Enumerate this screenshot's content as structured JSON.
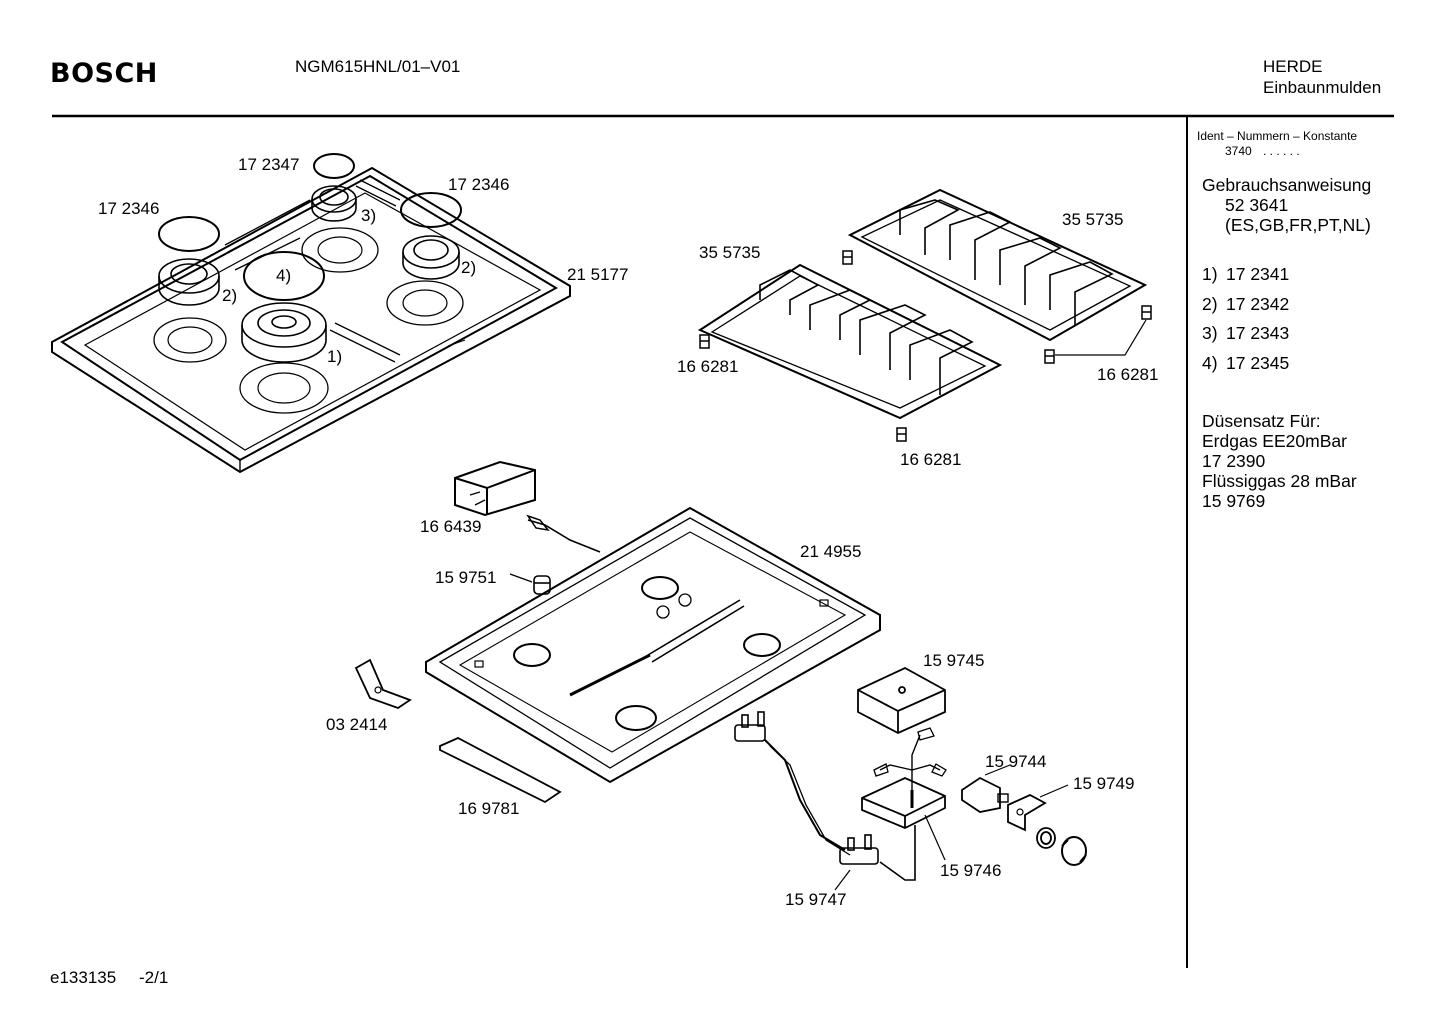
{
  "header": {
    "brand": "BOSCH",
    "model": "NGM615HNL/01–V01",
    "category": "HERDE",
    "subcategory": "Einbaunmulden"
  },
  "sidebar": {
    "ident_title": "Ident – Nummern – Konstante",
    "ident_value": "3740",
    "ident_dots": ". . . . . .",
    "manual_title": "Gebrauchsanweisung",
    "manual_number": "52 3641",
    "manual_langs": "(ES,GB,FR,PT,NL)",
    "legend": [
      {
        "key": "1)",
        "part": "17 2341"
      },
      {
        "key": "2)",
        "part": "17 2342"
      },
      {
        "key": "3)",
        "part": "17 2343"
      },
      {
        "key": "4)",
        "part": "17 2345"
      }
    ],
    "nozzle_title": "Düsensatz Für:",
    "nozzle_gas1": "Erdgas EE20mBar",
    "nozzle_part1": "17 2390",
    "nozzle_gas2": "Flüssiggas 28 mBar",
    "nozzle_part2": "15 9769"
  },
  "labels": {
    "cap_top": "17 2347",
    "cap_left": "17 2346",
    "cap_right": "17 2346",
    "ref_3": "3)",
    "ref_2_right": "2)",
    "ref_2_left": "2)",
    "ref_4": "4)",
    "ref_1": "1)",
    "hob_top": "21 5177",
    "grate_left": "35 5735",
    "grate_right": "35 5735",
    "foot_left": "16 6281",
    "foot_right": "16 6281",
    "foot_bottom": "16 6281",
    "box": "16 6439",
    "connector": "15 9751",
    "tray": "21 4955",
    "bracket": "03 2414",
    "strip": "16 9781",
    "cover": "15 9745",
    "switch": "15 9744",
    "plate": "15 9749",
    "ignition": "15 9746",
    "valve": "15 9747"
  },
  "footer": {
    "code": "e133135",
    "page": "-2/1"
  }
}
